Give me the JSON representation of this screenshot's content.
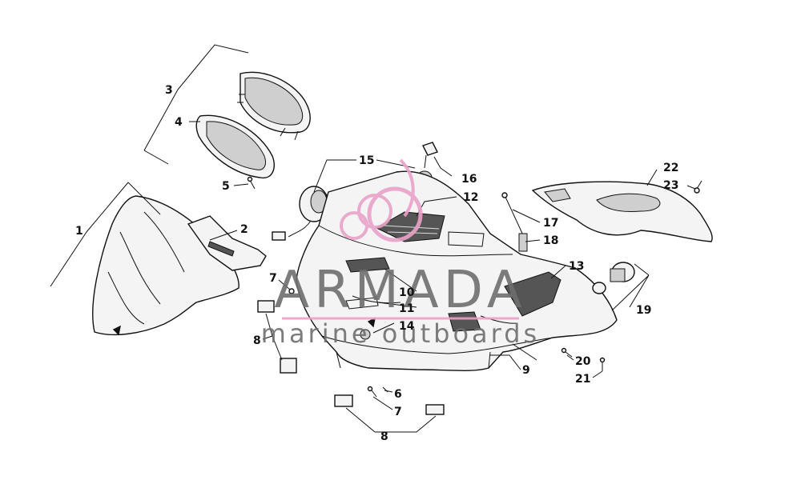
{
  "callouts": [
    "1",
    "2",
    "3",
    "4",
    "5",
    "6",
    "7",
    "7",
    "8",
    "8",
    "9",
    "10",
    "11",
    "12",
    "13",
    "14",
    "15",
    "16",
    "17",
    "18",
    "19",
    "20",
    "21",
    "22",
    "23"
  ],
  "watermark": {
    "brand": "ARMADA",
    "tagline": "marine outboards",
    "brand_color": "#6e6e6e",
    "logo_color": "#e9a3c9"
  }
}
